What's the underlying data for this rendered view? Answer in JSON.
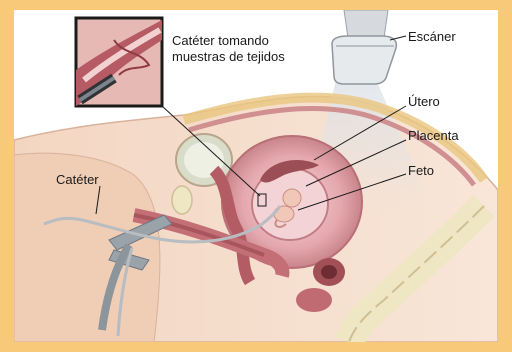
{
  "labels": {
    "scanner": "Escáner",
    "catheter_sampling": "Catéter tomando",
    "catheter_sampling_2": "muestras de tejidos",
    "uterus": "Útero",
    "placenta": "Placenta",
    "fetus": "Feto",
    "catheter": "Catéter"
  },
  "colors": {
    "frame_border": "#f9c97a",
    "skin": "#f2d3bd",
    "skin_shadow": "#e3b69c",
    "tissue": "#c8848a",
    "uterus_wall": "#d99aa0",
    "placenta": "#9b4e55",
    "amniotic": "#efc7cc",
    "fetus": "#f1c7b8",
    "bone": "#efe6c3",
    "instrument": "#8c949c",
    "scanner_beam": "#dfe3e8"
  }
}
